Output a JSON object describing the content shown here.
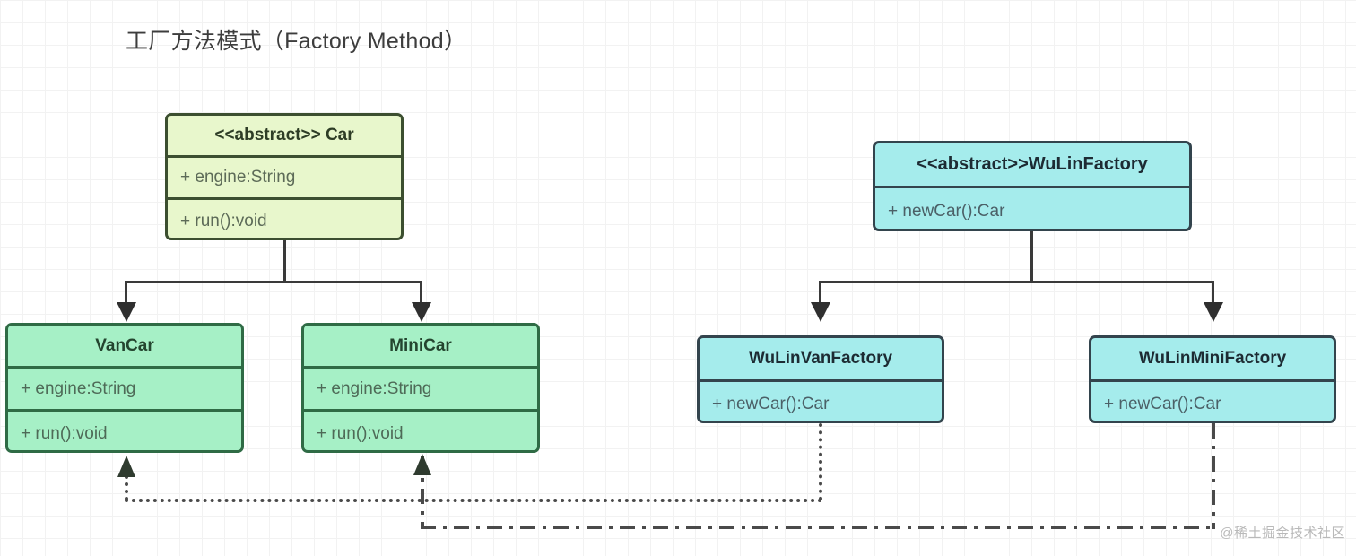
{
  "title": "工厂方法模式（Factory Method）",
  "watermark": "@稀土掘金技术社区",
  "colors": {
    "abstract_car_fill": "#e8f7cc",
    "abstract_car_border": "#3c4f30",
    "concrete_car_fill": "#a6f0c6",
    "concrete_car_border": "#2f6b45",
    "factory_fill": "#a5ecec",
    "factory_border": "#33444d",
    "connector": "#3a3a3a",
    "background": "#ffffff"
  },
  "classes": {
    "car": {
      "name": "<<abstract>> Car",
      "attribute": "+ engine:String",
      "method": "+ run():void"
    },
    "van_car": {
      "name": "VanCar",
      "attribute": "+ engine:String",
      "method": "+ run():void"
    },
    "mini_car": {
      "name": "MiniCar",
      "attribute": "+ engine:String",
      "method": "+ run():void"
    },
    "wulin_factory": {
      "name": "<<abstract>>WuLinFactory",
      "method": "+ newCar():Car"
    },
    "wulin_van_factory": {
      "name": "WuLinVanFactory",
      "method": "+ newCar():Car"
    },
    "wulin_mini_factory": {
      "name": "WuLinMiniFactory",
      "method": "+ newCar():Car"
    }
  },
  "relations": [
    {
      "type": "generalization",
      "from": "VanCar",
      "to": "Car",
      "style": "solid-hollow-arrow"
    },
    {
      "type": "generalization",
      "from": "MiniCar",
      "to": "Car",
      "style": "solid-hollow-arrow"
    },
    {
      "type": "generalization",
      "from": "WuLinVanFactory",
      "to": "WuLinFactory",
      "style": "solid-hollow-arrow"
    },
    {
      "type": "generalization",
      "from": "WuLinMiniFactory",
      "to": "WuLinFactory",
      "style": "solid-hollow-arrow"
    },
    {
      "type": "dependency",
      "from": "WuLinVanFactory",
      "to": "VanCar",
      "style": "dotted-arrow"
    },
    {
      "type": "dependency",
      "from": "WuLinMiniFactory",
      "to": "MiniCar",
      "style": "dash-dot-arrow"
    }
  ]
}
